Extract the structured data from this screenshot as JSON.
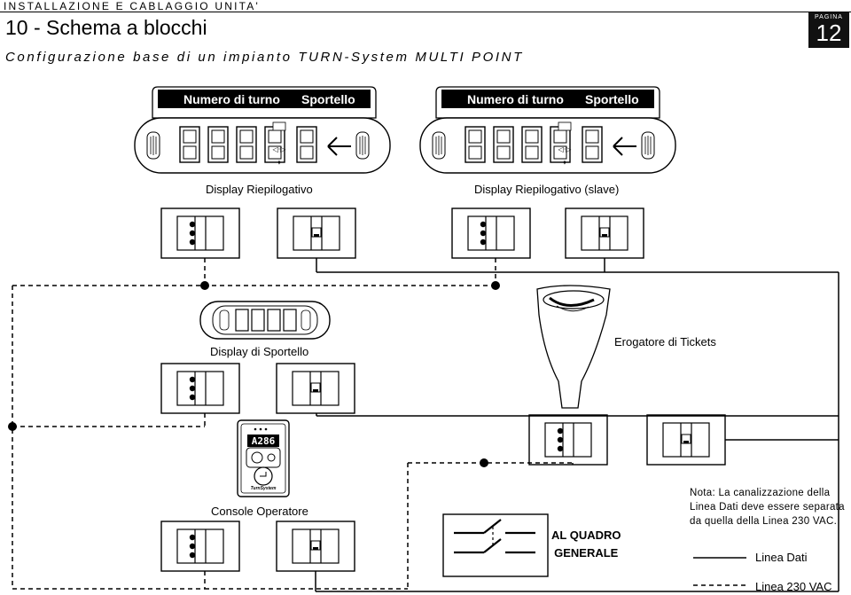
{
  "header": {
    "section": "INSTALLAZIONE E CABLAGGIO UNITA'",
    "title": "10 - Schema a blocchi",
    "subtitle": "Configurazione base di un impianto TURN-System MULTI POINT",
    "page_label": "PAGINA",
    "page_number": "12"
  },
  "devices": {
    "display_header_left": "Numero di turno",
    "display_header_right": "Sportello",
    "display_main": "Display Riepilogativo",
    "display_slave": "Display Riepilogativo (slave)",
    "display_counter": "Display di Sportello",
    "ticket_dispenser": "Erogatore di Tickets",
    "console": "Console Operatore",
    "console_screen": "A286",
    "main_panel_line1": "AL QUADRO",
    "main_panel_line2": "GENERALE"
  },
  "note": {
    "text": "Nota: La canalizzazione della Linea Dati deve essere separata da quella della Linea 230 VAC."
  },
  "legend": {
    "data_line": "Linea Dati",
    "power_line": "Linea 230 VAC"
  }
}
